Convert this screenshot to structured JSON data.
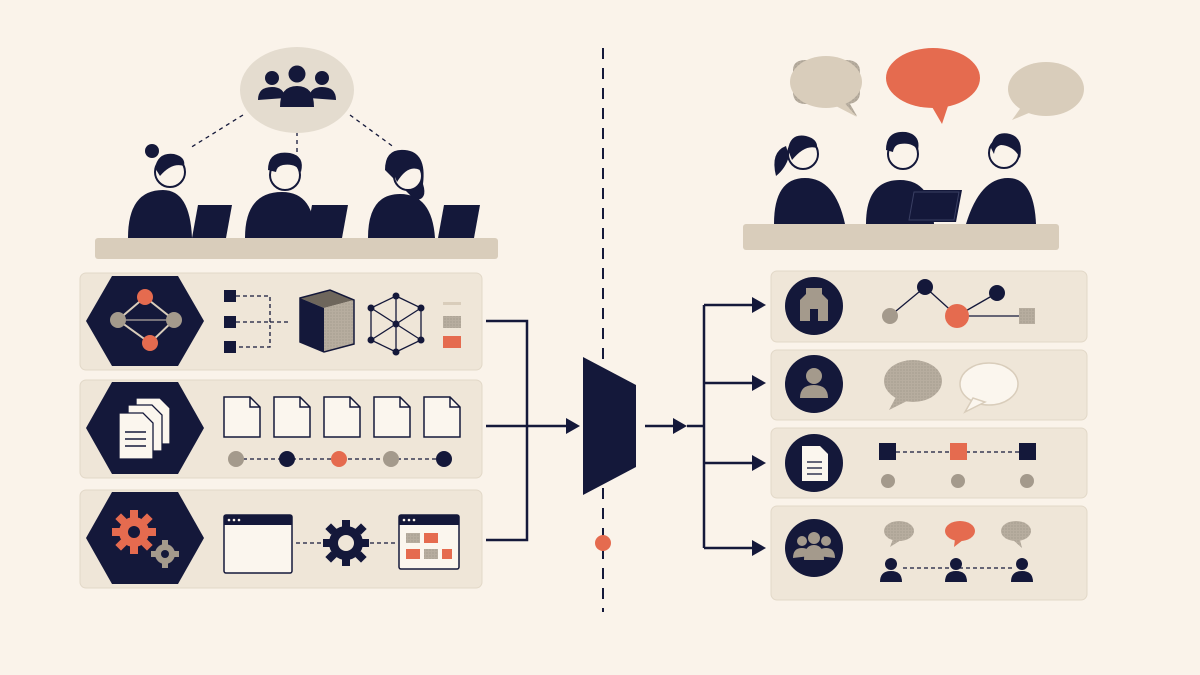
{
  "colors": {
    "background": "#faf3ea",
    "navy": "#14183a",
    "coral": "#e56b4f",
    "panel": "#efe6d8",
    "panel_border": "#e2d8c8",
    "desk": "#d9cdbb",
    "gray": "#a49a8c",
    "paper": "#fbf6ee"
  },
  "left": {
    "team_bubble_icon": "group-icon",
    "workers": [
      "woman-bun",
      "man",
      "woman-long-hair"
    ],
    "rows": [
      {
        "hex_icon": "graph-network-icon",
        "content": [
          "tree-boxes",
          "cube",
          "lattice",
          "stacked-squares"
        ]
      },
      {
        "hex_icon": "documents-icon",
        "content": [
          "document-row",
          "dot-timeline"
        ]
      },
      {
        "hex_icon": "gears-icon",
        "content": [
          "window",
          "gear",
          "window-with-blocks"
        ]
      }
    ]
  },
  "center": {
    "shape": "funnel-trapezoid",
    "divider": "dashed-line",
    "marker": "coral-dot"
  },
  "right": {
    "speech_bubbles": [
      "gray",
      "coral",
      "gray"
    ],
    "people": [
      "woman-ponytail",
      "man-laptop",
      "man"
    ],
    "rows": [
      {
        "circle_icon": "building-icon",
        "content": [
          "node-graph"
        ]
      },
      {
        "circle_icon": "user-icon",
        "content": [
          "speech-bubble-gray",
          "speech-bubble-white"
        ]
      },
      {
        "circle_icon": "document-icon",
        "content": [
          "square-timeline"
        ]
      },
      {
        "circle_icon": "group-icon",
        "content": [
          "people-with-bubbles"
        ]
      }
    ]
  }
}
